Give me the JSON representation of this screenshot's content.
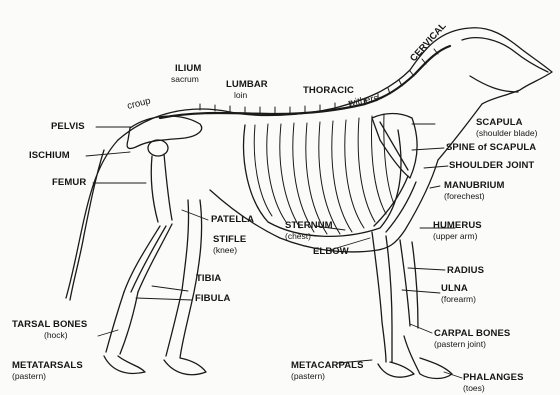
{
  "labels": {
    "ilium": "ILIUM",
    "sacrum": "sacrum",
    "lumbar": "LUMBAR",
    "loin": "loin",
    "thoracic": "THORACIC",
    "withers": "withers",
    "cervical": "CERVICAL",
    "croup": "croup",
    "pelvis": "PELVIS",
    "ischium": "ISCHIUM",
    "femur": "FEMUR",
    "patella": "PATELLA",
    "stifle": "STIFLE",
    "stifle_sub": "(knee)",
    "tibia": "TIBIA",
    "fibula": "FIBULA",
    "tarsal": "TARSAL BONES",
    "tarsal_sub": "(hock)",
    "metatarsals": "METATARSALS",
    "metatarsals_sub": "(pastern)",
    "scapula": "SCAPULA",
    "scapula_sub": "(shoulder blade)",
    "spine_scapula": "SPINE of SCAPULA",
    "shoulder_joint": "SHOULDER JOINT",
    "manubrium": "MANUBRIUM",
    "manubrium_sub": "(forechest)",
    "sternum": "STERNUM",
    "sternum_sub": "(chest)",
    "elbow": "ELBOW",
    "humerus": "HUMERUS",
    "humerus_sub": "(upper arm)",
    "radius": "RADIUS",
    "ulna": "ULNA",
    "ulna_sub": "(forearm)",
    "carpal": "CARPAL BONES",
    "carpal_sub": "(pastern joint)",
    "metacarpals": "METACARPALS",
    "metacarpals_sub": "(pastern)",
    "phalanges": "PHALANGES",
    "phalanges_sub": "(toes)"
  }
}
